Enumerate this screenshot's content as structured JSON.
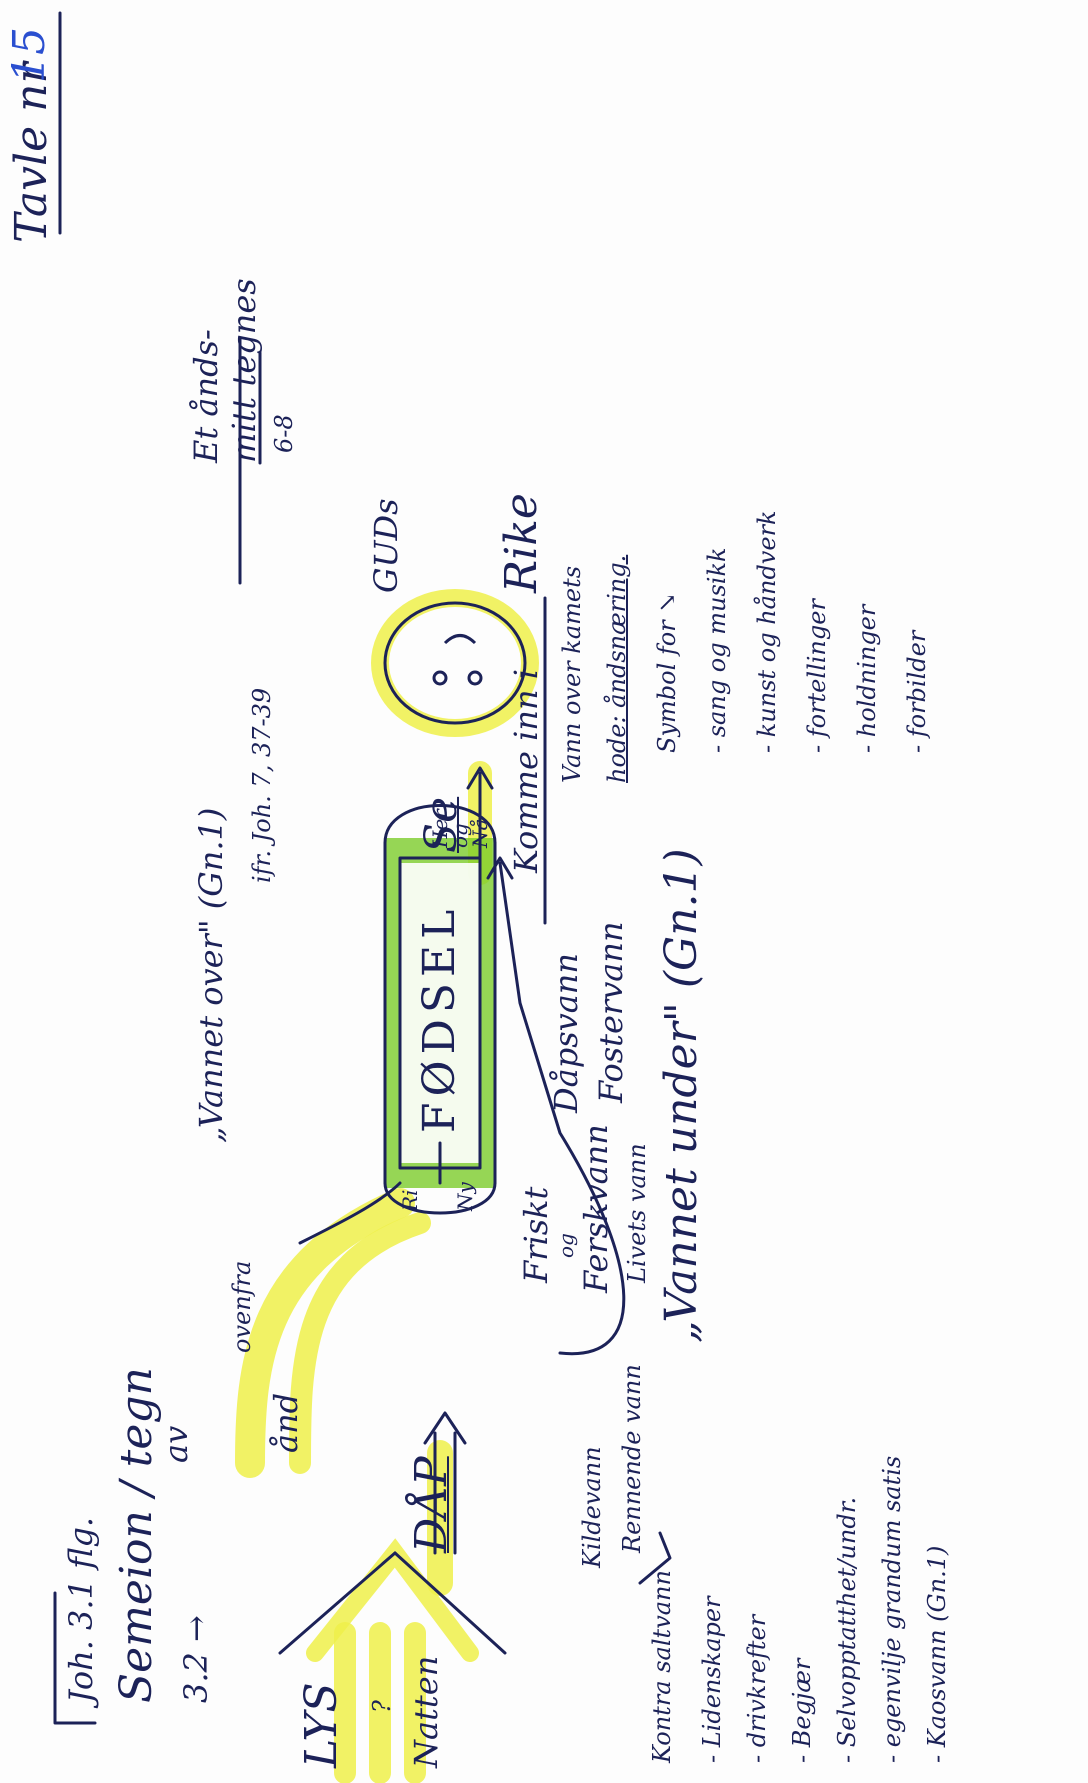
{
  "colors": {
    "ink": "#1c2258",
    "highlight_yellow": "#eef04a",
    "highlight_green": "#7ccc2a",
    "accent_blue": "#2a4fd0"
  },
  "board": {
    "label": "Tavle nr",
    "number": "15"
  },
  "reference": {
    "line1": "Joh. 3.1 flg.",
    "line2": "Semeion / tegn",
    "line3": "3.2 →"
  },
  "spirit_sign": {
    "line1": "Et ånds-",
    "line2": "mitt tegnes",
    "line3": "6-8"
  },
  "left": {
    "lys": "LYS",
    "og": "?",
    "natten": "Natten",
    "dap": "DÅP"
  },
  "top_center": {
    "av": "av",
    "ovenfra": "ovenfra",
    "and": "ånd",
    "vannet_over": "„Vannet over\" (Gn.1)",
    "ref": "ifr. Joh. 7, 37-39"
  },
  "birth_box": {
    "label": "FØDSEL",
    "left_cap_top": "Ri",
    "left_cap_bottom": "Ny",
    "right_cap": "Her og Nå"
  },
  "kingdom": {
    "gud": "GUDs",
    "rike": "Rike",
    "se": "Se",
    "komme_inn": "Komme inn i"
  },
  "waters": {
    "friskt": "Friskt",
    "og": "og",
    "ferskvann": "Ferskvann",
    "livets_vann": "Livets vann",
    "dapsvann": "Dåpsvann",
    "fostervann": "Fostervann",
    "kildevann": "Kildevann",
    "rennende_vann": "Rennende vann"
  },
  "vannet_under": "„Vannet under\" (Gn.1)",
  "saltvann": {
    "header": "Kontra saltvann",
    "items": [
      "- Lidenskaper",
      "- drivkrefter",
      "- Begjær",
      "- Selvopptatthet/undr.",
      "- egenvilje grandum satis",
      "- Kaosvann (Gn.1)"
    ]
  },
  "vannet_over_list": {
    "line1": "Vann over kamets",
    "line2": "hode: åndsnæring.",
    "line3": "Symbol for ↘",
    "items": [
      "- sang og musikk",
      "- kunst og håndverk",
      "- fortellinger",
      "- holdninger",
      "- forbilder"
    ]
  }
}
